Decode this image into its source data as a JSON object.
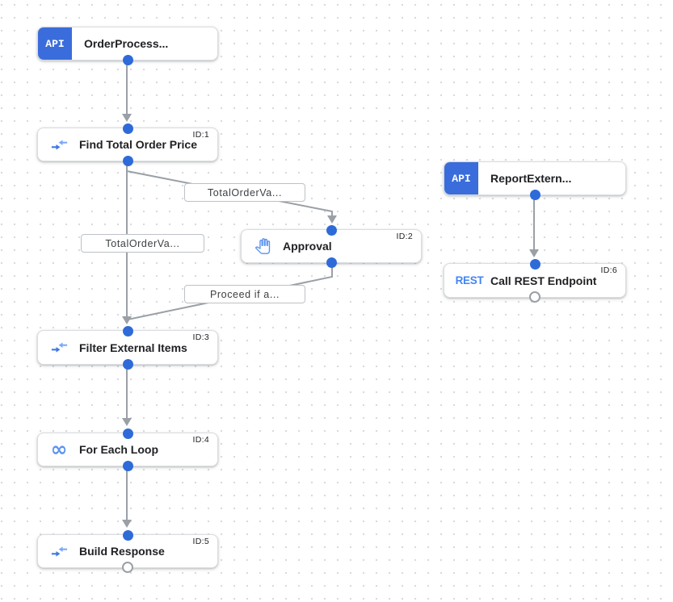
{
  "canvas": {
    "kind": "integration-workflow-designer"
  },
  "colors": {
    "badge_blue": "#3a6ddb",
    "port_blue": "#2e6bd9",
    "icon_blue": "#5b93f0",
    "icon_blue_dark": "#3b78e7",
    "icon_blue_light": "#7baaf7",
    "edge_gray": "#9aa0a6",
    "node_border": "#dadce0",
    "grid_dot": "#d8dadd"
  },
  "icons": {
    "api": "API",
    "rest": "REST",
    "for_each_glyph": "∞",
    "data_mapping": "converging-arrows",
    "approval": "raised-hand"
  },
  "nodes": {
    "order_process": {
      "title": "OrderProcess...",
      "badge": "API"
    },
    "find_total": {
      "title": "Find Total Order Price",
      "id": "ID:1"
    },
    "approval": {
      "title": "Approval",
      "id": "ID:2"
    },
    "filter_items": {
      "title": "Filter External Items",
      "id": "ID:3"
    },
    "for_each": {
      "title": "For Each Loop",
      "id": "ID:4"
    },
    "build_response": {
      "title": "Build Response",
      "id": "ID:5"
    },
    "report_external": {
      "title": "ReportExtern...",
      "badge": "API"
    },
    "call_rest": {
      "title": "Call REST Endpoint",
      "id": "ID:6",
      "badge": "REST"
    }
  },
  "edge_labels": {
    "to_approval": "TotalOrderVa...",
    "to_filter": "TotalOrderVa...",
    "from_approval": "Proceed if a..."
  }
}
